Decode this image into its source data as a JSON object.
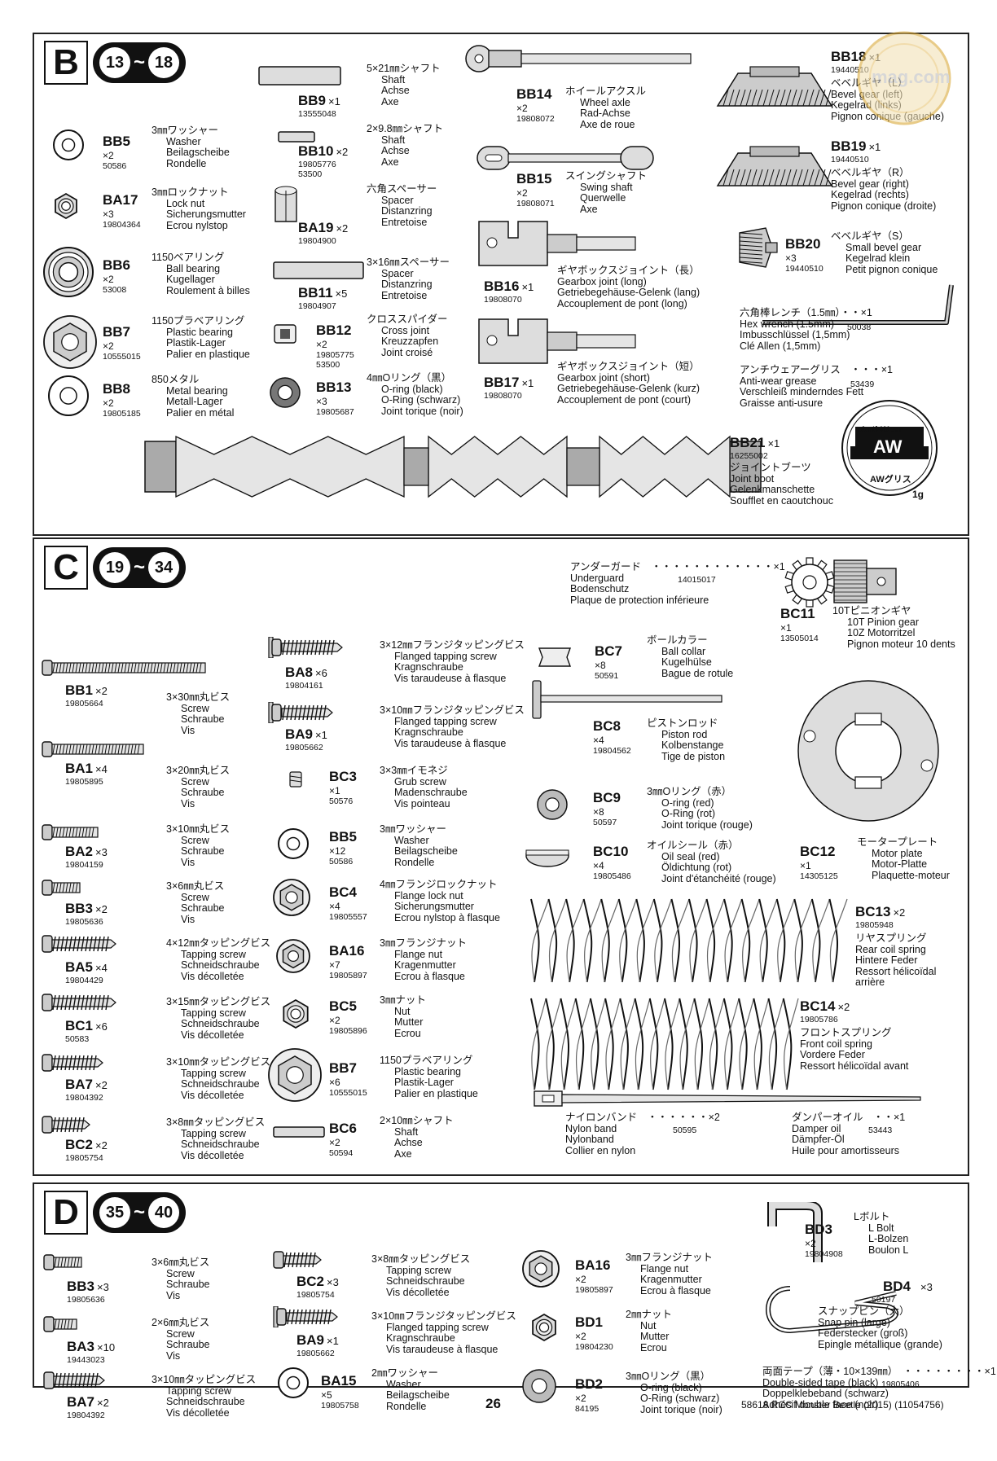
{
  "page": {
    "number": "26",
    "title": "58618 RCC Monster Beetle (2015) (11054756)",
    "watermark": "mag.com"
  },
  "sections": {
    "B": {
      "letter": "B",
      "from": "13",
      "to": "18"
    },
    "C": {
      "letter": "C",
      "from": "19",
      "to": "34"
    },
    "D": {
      "letter": "D",
      "from": "35",
      "to": "40"
    }
  },
  "parts": {
    "BB5": {
      "code": "BB5",
      "qty": "×2",
      "num": "50586",
      "jp": "3㎜ワッシャー",
      "l1": "Washer",
      "l2": "Beilagscheibe",
      "l3": "Rondelle"
    },
    "BA17": {
      "code": "BA17",
      "qty": "×3",
      "num": "19804364",
      "jp": "3㎜ロックナット",
      "l1": "Lock nut",
      "l2": "Sicherungsmutter",
      "l3": "Ecrou nylstop"
    },
    "BB6": {
      "code": "BB6",
      "qty": "×2",
      "num": "53008",
      "jp": "1150ベアリング",
      "l1": "Ball bearing",
      "l2": "Kugellager",
      "l3": "Roulement à billes"
    },
    "BB7": {
      "code": "BB7",
      "qty": "×2",
      "num": "10555015",
      "jp": "1150プラベアリング",
      "l1": "Plastic bearing",
      "l2": "Plastik-Lager",
      "l3": "Palier en plastique"
    },
    "BB8": {
      "code": "BB8",
      "qty": "×2",
      "num": "19805185",
      "jp": "850メタル",
      "l1": "Metal bearing",
      "l2": "Metall-Lager",
      "l3": "Palier en métal"
    },
    "BB9": {
      "code": "BB9",
      "qty": "×1",
      "num": "13555048",
      "jp": "5×21㎜シャフト",
      "l1": "Shaft",
      "l2": "Achse",
      "l3": "Axe"
    },
    "BB10": {
      "code": "BB10",
      "qty": "×2",
      "num": "19805776",
      "num2": "53500",
      "jp": "2×9.8㎜シャフト",
      "l1": "Shaft",
      "l2": "Achse",
      "l3": "Axe"
    },
    "BA19": {
      "code": "BA19",
      "qty": "×2",
      "num": "19804900",
      "jp": "六角スペーサー",
      "l1": "Spacer",
      "l2": "Distanzring",
      "l3": "Entretoise"
    },
    "BB11": {
      "code": "BB11",
      "qty": "×5",
      "num": "19804907",
      "jp": "3×16㎜スペーサー",
      "l1": "Spacer",
      "l2": "Distanzring",
      "l3": "Entretoise"
    },
    "BB12": {
      "code": "BB12",
      "qty": "×2",
      "num": "19805775",
      "num2": "53500",
      "jp": "クロススパイダー",
      "l1": "Cross joint",
      "l2": "Kreuzzapfen",
      "l3": "Joint croisé"
    },
    "BB13": {
      "code": "BB13",
      "qty": "×3",
      "num": "19805687",
      "jp": "4㎜Oリング（黒）",
      "l1": "O-ring (black)",
      "l2": "O-Ring (schwarz)",
      "l3": "Joint torique (noir)"
    },
    "BB14": {
      "code": "BB14",
      "qty": "×2",
      "num": "19808072",
      "jp": "ホイールアクスル",
      "l1": "Wheel axle",
      "l2": "Rad-Achse",
      "l3": "Axe de roue"
    },
    "BB15": {
      "code": "BB15",
      "qty": "×2",
      "num": "19808071",
      "jp": "スイングシャフト",
      "l1": "Swing shaft",
      "l2": "Querwelle",
      "l3": "Axe"
    },
    "BB16": {
      "code": "BB16",
      "qty": "×1",
      "num": "19808070",
      "jp": "ギヤボックスジョイント（長）",
      "l1": "Gearbox joint (long)",
      "l2": "Getriebegehäuse-Gelenk (lang)",
      "l3": "Accouplement de pont (long)"
    },
    "BB17": {
      "code": "BB17",
      "qty": "×1",
      "num": "19808070",
      "jp": "ギヤボックスジョイント（短）",
      "l1": "Gearbox joint (short)",
      "l2": "Getriebegehäuse-Gelenk (kurz)",
      "l3": "Accouplement de pont (court)"
    },
    "BB18": {
      "code": "BB18",
      "qty": "×1",
      "num": "19440510",
      "jp": "ベベルギヤ（L）",
      "l1": "Bevel gear (left)",
      "l2": "Kegelrad (links)",
      "l3": "Pignon conique (gauche)"
    },
    "BB19": {
      "code": "BB19",
      "qty": "×1",
      "num": "19440510",
      "jp": "ベベルギヤ（R）",
      "l1": "Bevel gear (right)",
      "l2": "Kegelrad (rechts)",
      "l3": "Pignon conique (droite)"
    },
    "BB20": {
      "code": "BB20",
      "qty": "×3",
      "num": "19440510",
      "jp": "ベベルギヤ（S）",
      "l1": "Small bevel gear",
      "l2": "Kegelrad klein",
      "l3": "Petit pignon conique"
    },
    "WRENCH": {
      "jp": "六角棒レンチ（1.5㎜）・・×1",
      "l1": "Hex wrench (1.5mm)",
      "num": "50038",
      "l2": "Imbusschlüssel (1,5mm)",
      "l3": "Clé Allen (1,5mm)"
    },
    "GREASE": {
      "jp": "アンチウェアーグリス　・・・×1",
      "l1": "Anti-wear grease",
      "num": "53439",
      "l2": "Verschleiß minderndes Fett",
      "l3": "Graisse anti-usure",
      "lab1": "Anti-Wear",
      "lab2": "AW",
      "lab3": "GREASE",
      "lab4": "AWグリス",
      "lab5": "1g"
    },
    "BB21": {
      "code": "BB21",
      "qty": "×1",
      "num": "16255002",
      "jp": "ジョイントブーツ",
      "l1": "Joint boot",
      "l2": "Gelenkmanschette",
      "l3": "Soufflet en caoutchouc"
    },
    "BB1": {
      "code": "BB1",
      "qty": "×2",
      "num": "19805664",
      "jp": "3×30㎜丸ビス",
      "l1": "Screw",
      "l2": "Schraube",
      "l3": "Vis"
    },
    "BA1": {
      "code": "BA1",
      "qty": "×4",
      "num": "19805895",
      "jp": "3×20㎜丸ビス",
      "l1": "Screw",
      "l2": "Schraube",
      "l3": "Vis"
    },
    "BA2": {
      "code": "BA2",
      "qty": "×3",
      "num": "19804159",
      "jp": "3×10㎜丸ビス",
      "l1": "Screw",
      "l2": "Schraube",
      "l3": "Vis"
    },
    "BB3C": {
      "code": "BB3",
      "qty": "×2",
      "num": "19805636",
      "jp": "3×6㎜丸ビス",
      "l1": "Screw",
      "l2": "Schraube",
      "l3": "Vis"
    },
    "BA5": {
      "code": "BA5",
      "qty": "×4",
      "num": "19804429",
      "jp": "4×12㎜タッピングビス",
      "l1": "Tapping screw",
      "l2": "Schneidschraube",
      "l3": "Vis décolletée"
    },
    "BC1": {
      "code": "BC1",
      "qty": "×6",
      "num": "50583",
      "jp": "3×15㎜タッピングビス",
      "l1": "Tapping screw",
      "l2": "Schneidschraube",
      "l3": "Vis décolletée"
    },
    "BA7C": {
      "code": "BA7",
      "qty": "×2",
      "num": "19804392",
      "jp": "3×10㎜タッピングビス",
      "l1": "Tapping screw",
      "l2": "Schneidschraube",
      "l3": "Vis décolletée"
    },
    "BC2C": {
      "code": "BC2",
      "qty": "×2",
      "num": "19805754",
      "jp": "3×8㎜タッピングビス",
      "l1": "Tapping screw",
      "l2": "Schneidschraube",
      "l3": "Vis décolletée"
    },
    "BA8": {
      "code": "BA8",
      "qty": "×6",
      "num": "19804161",
      "jp": "3×12㎜フランジタッピングビス",
      "l1": "Flanged tapping screw",
      "l2": "Kragnschraube",
      "l3": "Vis taraudeuse à flasque"
    },
    "BA9C": {
      "code": "BA9",
      "qty": "×1",
      "num": "19805662",
      "jp": "3×10㎜フランジタッピングビス",
      "l1": "Flanged tapping screw",
      "l2": "Kragnschraube",
      "l3": "Vis taraudeuse à flasque"
    },
    "BC3": {
      "code": "BC3",
      "qty": "×1",
      "num": "50576",
      "jp": "3×3㎜イモネジ",
      "l1": "Grub screw",
      "l2": "Madenschraube",
      "l3": "Vis pointeau"
    },
    "BB5C": {
      "code": "BB5",
      "qty": "×12",
      "num": "50586",
      "jp": "3㎜ワッシャー",
      "l1": "Washer",
      "l2": "Beilagscheibe",
      "l3": "Rondelle"
    },
    "BC4": {
      "code": "BC4",
      "qty": "×4",
      "num": "19805557",
      "jp": "4㎜フランジロックナット",
      "l1": "Flange lock nut",
      "l2": "Sicherungsmutter",
      "l3": "Ecrou nylstop à flasque"
    },
    "BA16C": {
      "code": "BA16",
      "qty": "×7",
      "num": "19805897",
      "jp": "3㎜フランジナット",
      "l1": "Flange nut",
      "l2": "Kragenmutter",
      "l3": "Ecrou à flasque"
    },
    "BC5": {
      "code": "BC5",
      "qty": "×2",
      "num": "19805896",
      "jp": "3㎜ナット",
      "l1": "Nut",
      "l2": "Mutter",
      "l3": "Ecrou"
    },
    "BB7C": {
      "code": "BB7",
      "qty": "×6",
      "num": "10555015",
      "jp": "1150プラベアリング",
      "l1": "Plastic bearing",
      "l2": "Plastik-Lager",
      "l3": "Palier en plastique"
    },
    "BC6": {
      "code": "BC6",
      "qty": "×2",
      "num": "50594",
      "jp": "2×10㎜シャフト",
      "l1": "Shaft",
      "l2": "Achse",
      "l3": "Axe"
    },
    "BC7": {
      "code": "BC7",
      "qty": "×8",
      "num": "50591",
      "jp": "ボールカラー",
      "l1": "Ball collar",
      "l2": "Kugelhülse",
      "l3": "Bague de rotule"
    },
    "BC8": {
      "code": "BC8",
      "qty": "×4",
      "num": "19804562",
      "jp": "ピストンロッド",
      "l1": "Piston rod",
      "l2": "Kolbenstange",
      "l3": "Tige de piston"
    },
    "BC9": {
      "code": "BC9",
      "qty": "×8",
      "num": "50597",
      "jp": "3㎜Oリング（赤）",
      "l1": "O-ring (red)",
      "l2": "O-Ring (rot)",
      "l3": "Joint torique (rouge)"
    },
    "BC10": {
      "code": "BC10",
      "qty": "×4",
      "num": "19805486",
      "jp": "オイルシール（赤）",
      "l1": "Oil seal (red)",
      "l2": "Öldichtung (rot)",
      "l3": "Joint d'étanchéité (rouge)"
    },
    "BC11": {
      "code": "BC11",
      "qty": "×1",
      "num": "13505014",
      "jp": "10Tピニオンギヤ",
      "l1": "10T Pinion gear",
      "l2": "10Z Motorritzel",
      "l3": "Pignon moteur 10 dents"
    },
    "BC12": {
      "code": "BC12",
      "qty": "×1",
      "num": "14305125",
      "jp": "モータープレート",
      "l1": "Motor plate",
      "l2": "Motor-Platte",
      "l3": "Plaquette-moteur"
    },
    "BC13": {
      "code": "BC13",
      "qty": "×2",
      "num": "19805948",
      "jp": "リヤスプリング",
      "l1": "Rear coil spring",
      "l2": "Hintere Feder",
      "l3": "Ressort hélicoïdal",
      "l4": "arrière"
    },
    "BC14": {
      "code": "BC14",
      "qty": "×2",
      "num": "19805786",
      "jp": "フロントスプリング",
      "l1": "Front coil spring",
      "l2": "Vordere Feder",
      "l3": "Ressort hélicoïdal avant"
    },
    "GUARD": {
      "jp": "アンダーガード　・・・・・・・・・・・・×1",
      "l1": "Underguard",
      "num": "14015017",
      "l2": "Bodenschutz",
      "l3": "Plaque de protection inférieure"
    },
    "NYLON": {
      "jp": "ナイロンバンド　・・・・・・×2",
      "l1": "Nylon band",
      "num": "50595",
      "l2": "Nylonband",
      "l3": "Collier en nylon"
    },
    "OIL": {
      "jp": "ダンパーオイル　・・×1",
      "l1": "Damper oil",
      "num": "53443",
      "l2": "Dämpfer-Öl",
      "l3": "Huile pour amortisseurs"
    },
    "BB3D": {
      "code": "BB3",
      "qty": "×3",
      "num": "19805636",
      "jp": "3×6㎜丸ビス",
      "l1": "Screw",
      "l2": "Schraube",
      "l3": "Vis"
    },
    "BA3": {
      "code": "BA3",
      "qty": "×10",
      "num": "19443023",
      "jp": "2×6㎜丸ビス",
      "l1": "Screw",
      "l2": "Schraube",
      "l3": "Vis"
    },
    "BA7D": {
      "code": "BA7",
      "qty": "×2",
      "num": "19804392",
      "jp": "3×10㎜タッピングビス",
      "l1": "Tapping screw",
      "l2": "Schneidschraube",
      "l3": "Vis décolletée"
    },
    "BC2D": {
      "code": "BC2",
      "qty": "×3",
      "num": "19805754",
      "jp": "3×8㎜タッピングビス",
      "l1": "Tapping screw",
      "l2": "Schneidschraube",
      "l3": "Vis décolletée"
    },
    "BA9D": {
      "code": "BA9",
      "qty": "×1",
      "num": "19805662",
      "jp": "3×10㎜フランジタッピングビス",
      "l1": "Flanged tapping screw",
      "l2": "Kragnschraube",
      "l3": "Vis taraudeuse à flasque"
    },
    "BA15": {
      "code": "BA15",
      "qty": "×5",
      "num": "19805758",
      "jp": "2㎜ワッシャー",
      "l1": "Washer",
      "l2": "Beilagscheibe",
      "l3": "Rondelle"
    },
    "BA16D": {
      "code": "BA16",
      "qty": "×2",
      "num": "19805897",
      "jp": "3㎜フランジナット",
      "l1": "Flange nut",
      "l2": "Kragenmutter",
      "l3": "Ecrou à flasque"
    },
    "BD1": {
      "code": "BD1",
      "qty": "×2",
      "num": "19804230",
      "jp": "2㎜ナット",
      "l1": "Nut",
      "l2": "Mutter",
      "l3": "Ecrou"
    },
    "BD2": {
      "code": "BD2",
      "qty": "×2",
      "num": "84195",
      "jp": "3㎜Oリング（黒）",
      "l1": "O-ring (black)",
      "l2": "O-Ring (schwarz)",
      "l3": "Joint torique (noir)"
    },
    "BD3": {
      "code": "BD3",
      "qty": "×2",
      "num": "19804908",
      "jp": "Lボルト",
      "l1": "L Bolt",
      "l2": "L-Bolzen",
      "l3": "Boulon L"
    },
    "BD4": {
      "code": "BD4",
      "qty": "×3",
      "num": "50197",
      "jp": "スナップピン（大）",
      "l1": "Snap pin (large)",
      "l2": "Federstecker (groß)",
      "l3": "Epingle métallique (grande)"
    },
    "TAPE": {
      "jp": "両面テープ（薄・10×139㎜）　・・・・・・・・×1",
      "l1": "Double-sided tape (black)",
      "num": "19805406",
      "l2": "Doppelklebeband (schwarz)",
      "l3": "Adhésif double face (noir)"
    }
  }
}
